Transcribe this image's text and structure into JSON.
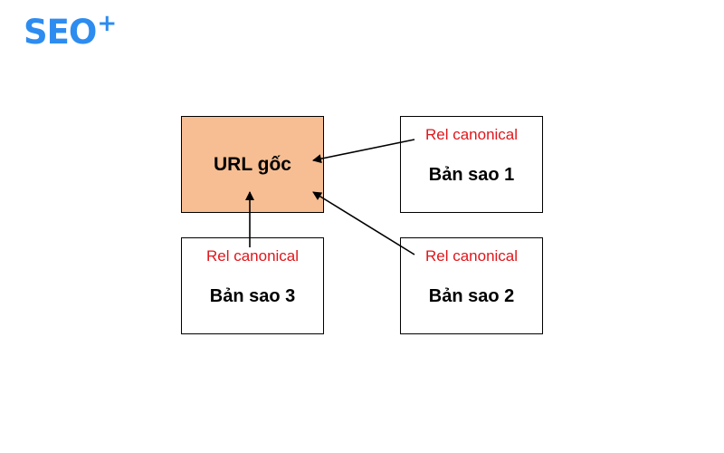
{
  "logo": {
    "text": "SEO",
    "plus": "+",
    "color": "#2d8cf0"
  },
  "diagram": {
    "main": {
      "label": "URL gốc",
      "fill": "#f7be93"
    },
    "rel_color": "#e0161b",
    "copies": [
      {
        "rel": "Rel canonical",
        "label": "Bản sao 1"
      },
      {
        "rel": "Rel canonical",
        "label": "Bản sao 2"
      },
      {
        "rel": "Rel canonical",
        "label": "Bản sao 3"
      }
    ]
  }
}
